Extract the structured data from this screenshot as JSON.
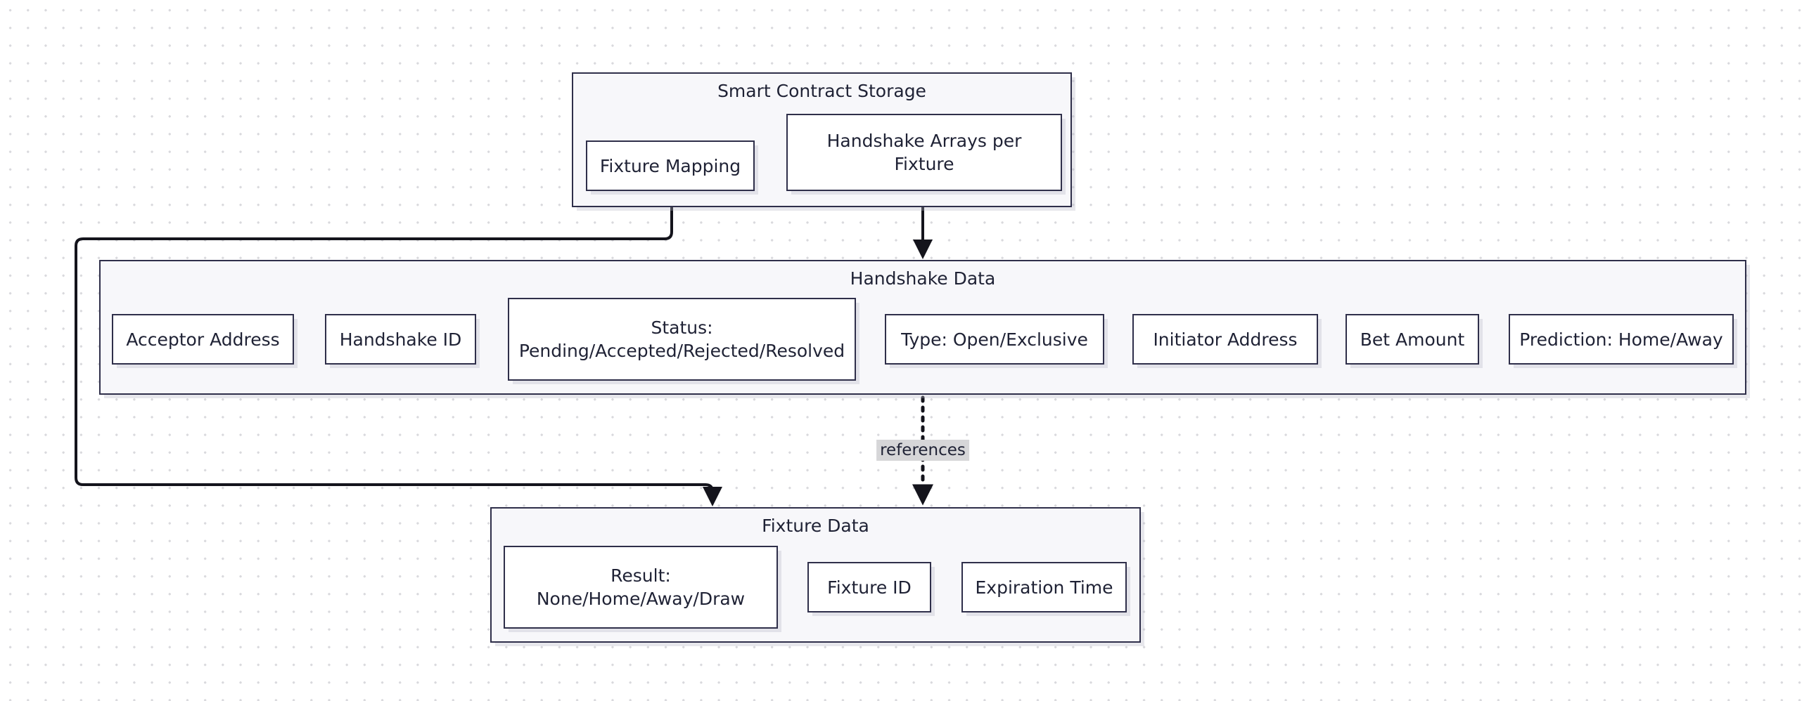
{
  "diagram": {
    "type": "flowchart",
    "clusters": [
      {
        "id": "smart-contract-storage",
        "title": "Smart Contract Storage",
        "nodes": [
          {
            "id": "fixture-mapping",
            "label": "Fixture Mapping"
          },
          {
            "id": "handshake-arrays",
            "label": "Handshake Arrays per Fixture",
            "line1": "Handshake Arrays per",
            "line2": "Fixture"
          }
        ]
      },
      {
        "id": "handshake-data",
        "title": "Handshake Data",
        "nodes": [
          {
            "id": "acceptor-address",
            "label": "Acceptor Address"
          },
          {
            "id": "handshake-id",
            "label": "Handshake ID"
          },
          {
            "id": "status",
            "label": "Status: Pending/Accepted/Rejected/Resolved",
            "line1": "Status:",
            "line2": "Pending/Accepted/Rejected/Resolved"
          },
          {
            "id": "type",
            "label": "Type: Open/Exclusive"
          },
          {
            "id": "initiator-address",
            "label": "Initiator Address"
          },
          {
            "id": "bet-amount",
            "label": "Bet Amount"
          },
          {
            "id": "prediction",
            "label": "Prediction: Home/Away"
          }
        ]
      },
      {
        "id": "fixture-data",
        "title": "Fixture Data",
        "nodes": [
          {
            "id": "result",
            "label": "Result: None/Home/Away/Draw",
            "line1": "Result:",
            "line2": "None/Home/Away/Draw"
          },
          {
            "id": "fixture-id",
            "label": "Fixture ID"
          },
          {
            "id": "expiration-time",
            "label": "Expiration Time"
          }
        ]
      }
    ],
    "edges": [
      {
        "id": "edge-fixture-mapping-to-fixture-data",
        "from": "fixture-mapping",
        "to": "fixture-data",
        "label": "",
        "style": "solid"
      },
      {
        "id": "edge-handshake-arrays-to-handshake-data",
        "from": "handshake-arrays",
        "to": "handshake-data",
        "label": "",
        "style": "solid"
      },
      {
        "id": "edge-handshake-data-to-fixture-data",
        "from": "handshake-data",
        "to": "fixture-data",
        "label": "references",
        "style": "dotted"
      }
    ]
  },
  "colors": {
    "border": "#2f2f4a",
    "cluster_fill": "#f7f7fa",
    "node_fill": "#ffffff",
    "text": "#1f2235",
    "edge": "#14141c",
    "edge_label_bg": "#d6d6d8",
    "grid_dot": "#d9d9dd"
  }
}
